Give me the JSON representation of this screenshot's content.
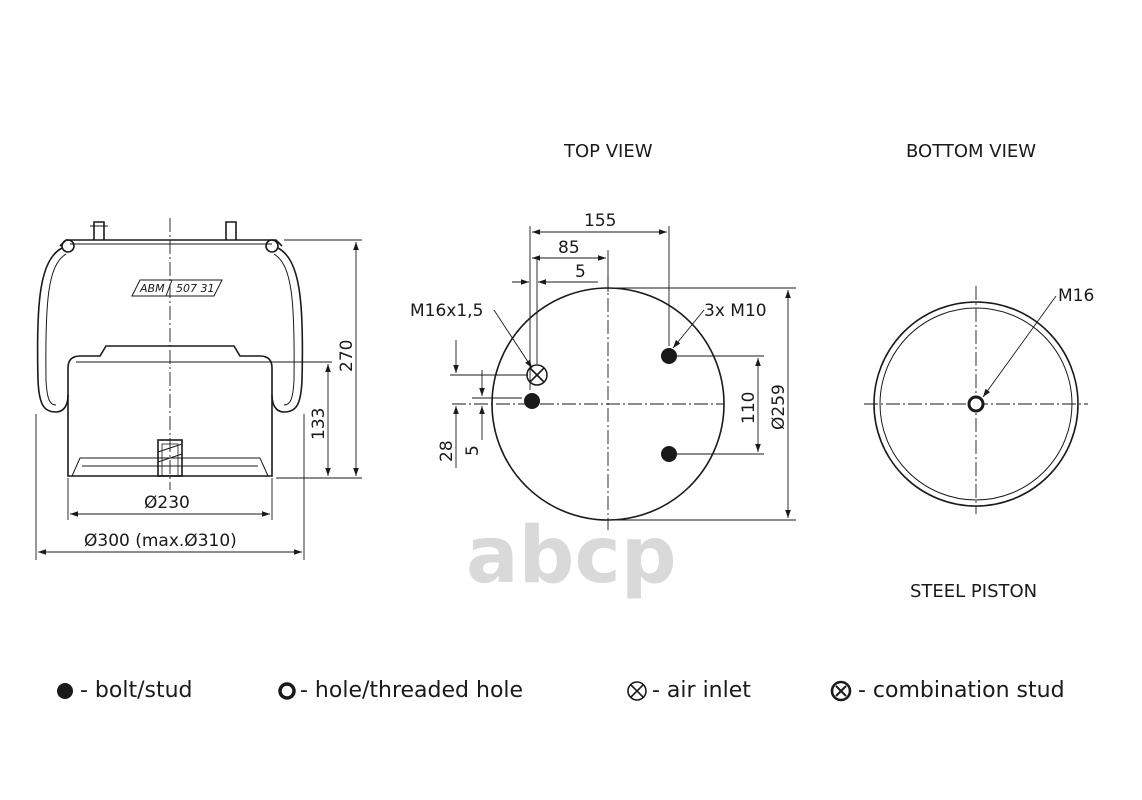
{
  "views": {
    "top_title": "TOP VIEW",
    "bottom_title": "BOTTOM VIEW",
    "piston_label": "STEEL PISTON"
  },
  "side_view": {
    "tag_left": "ABM",
    "tag_right": "507 31",
    "dim_height_total": "270",
    "dim_height_piston": "133",
    "dim_piston_dia": "Ø230",
    "dim_outer_dia": "Ø300 (max.Ø310)"
  },
  "top_view": {
    "dim_155": "155",
    "dim_85": "85",
    "dim_5_top": "5",
    "label_inlet": "M16x1,5",
    "label_studs": "3x M10",
    "dim_110": "110",
    "dim_dia": "Ø259",
    "dim_28": "28",
    "dim_5_side": "5"
  },
  "bottom_view": {
    "label_thread": "M16"
  },
  "watermark": "abcp",
  "legend": [
    {
      "icon": "bolt-stud-icon",
      "label": "- bolt/stud"
    },
    {
      "icon": "hole-icon",
      "label": "- hole/threaded hole"
    },
    {
      "icon": "air-inlet-icon",
      "label": "- air inlet"
    },
    {
      "icon": "combination-stud-icon",
      "label": "- combination stud"
    }
  ],
  "colors": {
    "line": "#1a1a1a",
    "watermark": "#d9d9d9"
  }
}
